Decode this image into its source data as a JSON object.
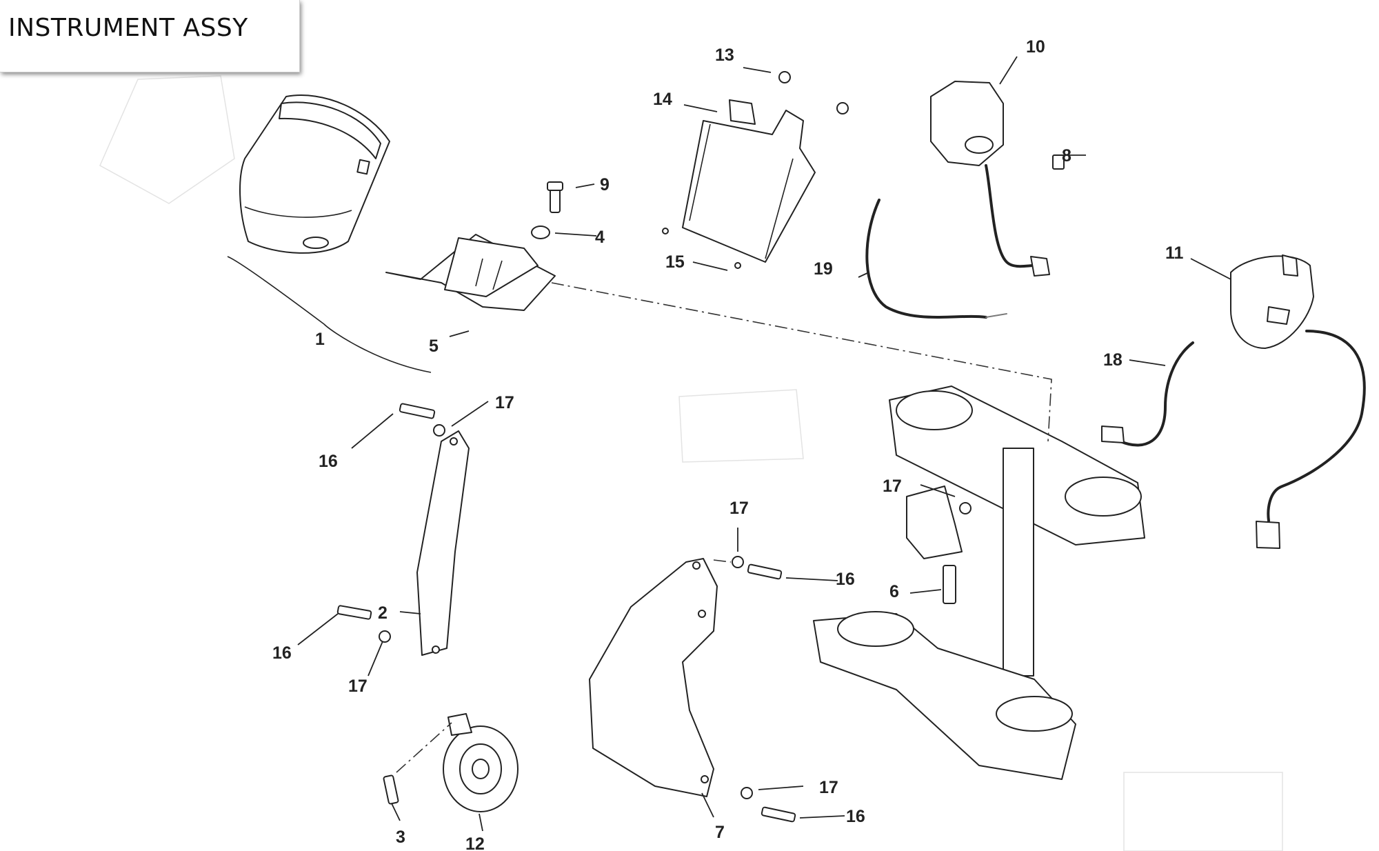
{
  "title": "INSTRUMENT ASSY",
  "callouts": {
    "c1": "1",
    "c2": "2",
    "c3": "3",
    "c4": "4",
    "c5": "5",
    "c6": "6",
    "c7": "7",
    "c8": "8",
    "c9": "9",
    "c10": "10",
    "c11": "11",
    "c12": "12",
    "c13": "13",
    "c14": "14",
    "c15": "15",
    "c16a": "16",
    "c16b": "16",
    "c16c": "16",
    "c16d": "16",
    "c17a": "17",
    "c17b": "17",
    "c17c": "17",
    "c17d": "17",
    "c17e": "17",
    "c18": "18",
    "c19": "19"
  }
}
